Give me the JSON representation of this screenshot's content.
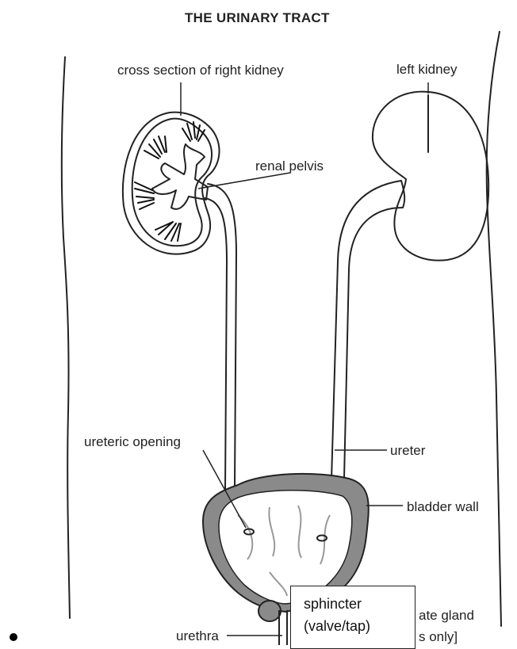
{
  "title": "THE URINARY TRACT",
  "labels": {
    "right_kidney": "cross section of right kidney",
    "left_kidney": "left kidney",
    "renal_pelvis": "renal pelvis",
    "ureteric_opening": "ureteric opening",
    "ureter": "ureter",
    "bladder_wall": "bladder wall",
    "prostate_partial_1": "ate gland",
    "prostate_partial_2": "s only]",
    "urethra": "urethra"
  },
  "sphincter_box": {
    "line1": "sphincter",
    "line2": "(valve/tap)"
  },
  "colors": {
    "line": "#222222",
    "bladder_wall_fill": "#8a8a8a",
    "kidney_striation": "#111111"
  }
}
